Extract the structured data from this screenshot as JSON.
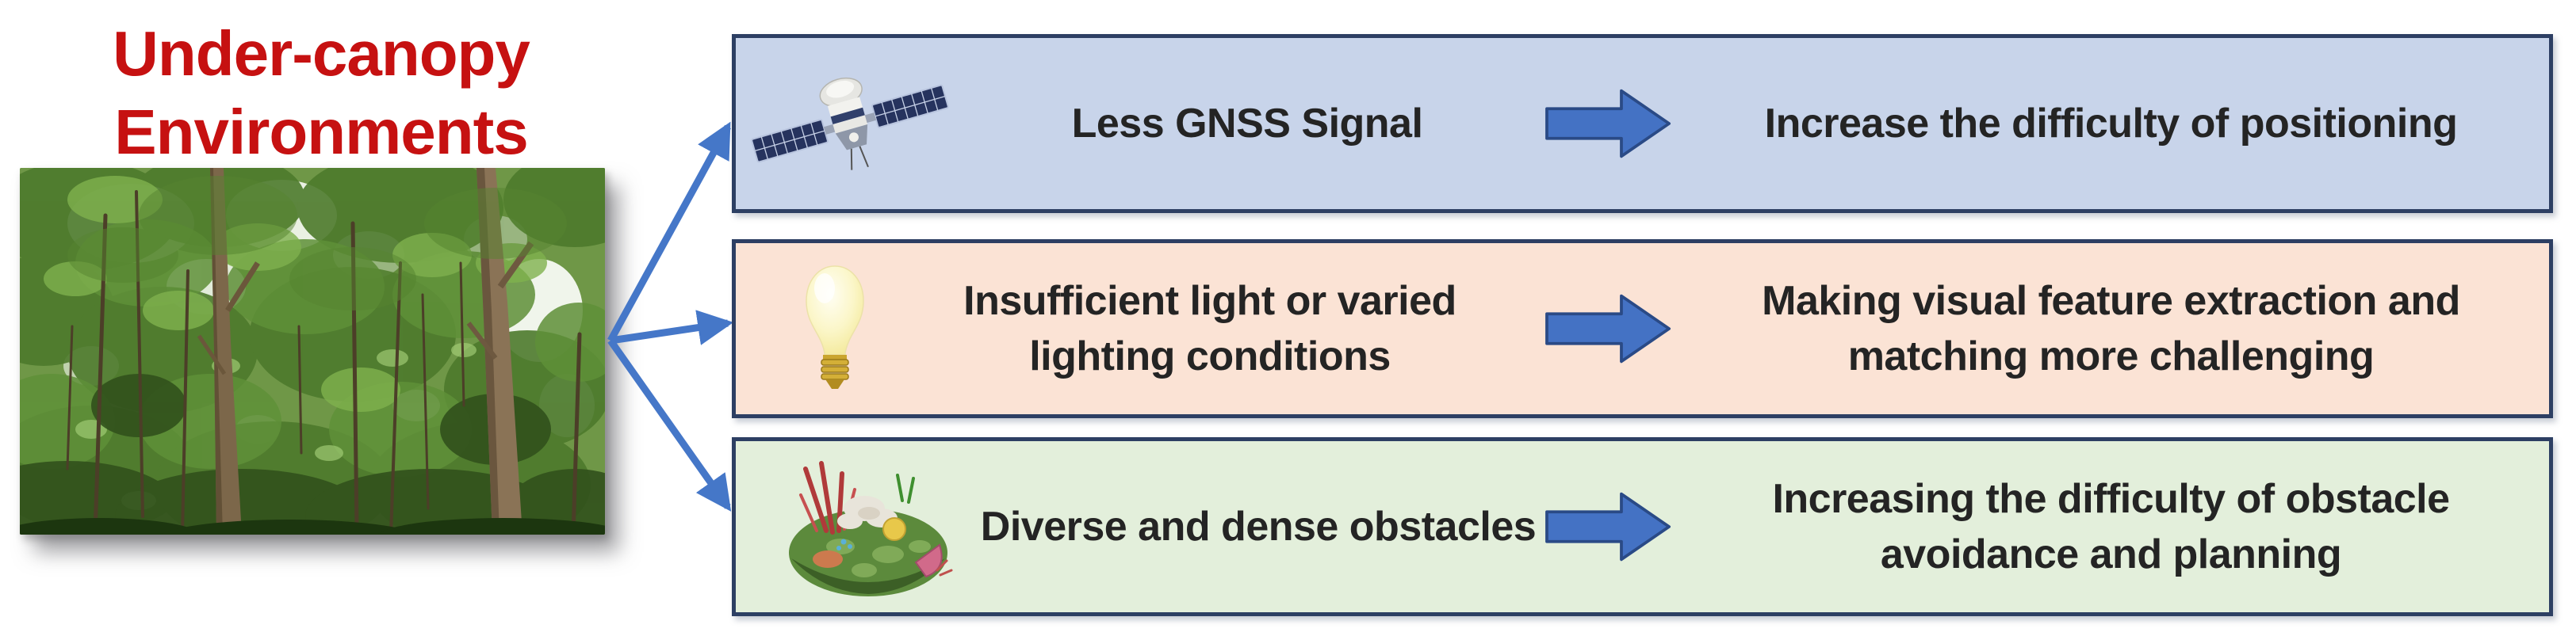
{
  "title": {
    "line1": "Under-canopy",
    "line2": "Environments"
  },
  "rows": [
    {
      "name": "gnss",
      "icon": "satellite-icon",
      "challenge": {
        "line1": "Less GNSS Signal",
        "line2": ""
      },
      "consequence": {
        "line1": "Increase the difficulty of positioning",
        "line2": ""
      },
      "bg_color": "#c8d4ea"
    },
    {
      "name": "lighting",
      "icon": "lightbulb-icon",
      "challenge": {
        "line1": "Insufficient light or varied",
        "line2": "lighting conditions"
      },
      "consequence": {
        "line1": "Making visual feature extraction and",
        "line2": "matching more challenging"
      },
      "bg_color": "#fbe3d5"
    },
    {
      "name": "obstacles",
      "icon": "vegetation-obstacles-icon",
      "challenge": {
        "line1": "Diverse and dense obstacles",
        "line2": ""
      },
      "consequence": {
        "line1": "Increasing the difficulty of obstacle",
        "line2": "avoidance and planning"
      },
      "bg_color": "#e3efdb"
    }
  ],
  "colors": {
    "title_red": "#c61111",
    "box_border": "#2d3f63",
    "block_arrow_blue": "#4472c4",
    "connector_blue": "#4577c8"
  },
  "images": {
    "forest_photo": "under-canopy forest"
  }
}
